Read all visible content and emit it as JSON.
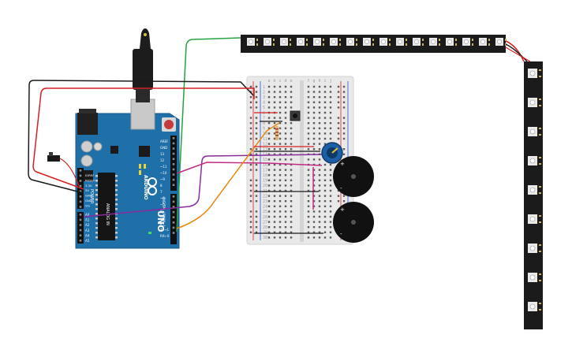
{
  "arduino": {
    "model": "UNO",
    "brand": "ARDUINO",
    "made_in": "MADE IN",
    "power_header_labels": [
      "IOREF",
      "RESET",
      "3.3V",
      "5V",
      "GND",
      "GND",
      "Vin"
    ],
    "power_label": "POWER",
    "analog_labels": [
      "A0",
      "A1",
      "A2",
      "A3",
      "A4",
      "A5"
    ],
    "analog_label": "ANALOG IN",
    "digital_labels": [
      "AREF",
      "GND",
      "13",
      "12",
      "~11",
      "~10",
      "~9",
      "8",
      "7",
      "~6",
      "~5",
      "4",
      "~3",
      "2",
      "TX→1",
      "RX←0"
    ],
    "digital_label": "DIGITAL (PWM~)",
    "led_labels": [
      "L",
      "TX",
      "RX",
      "ON"
    ]
  },
  "breadboard": {
    "column_letters_left": [
      "a",
      "b",
      "c",
      "d",
      "e"
    ],
    "column_letters_right": [
      "f",
      "g",
      "h",
      "i",
      "j"
    ],
    "row_numbers": [
      "1",
      "2",
      "3",
      "4",
      "5",
      "6",
      "7",
      "8",
      "9",
      "10",
      "11",
      "12",
      "13",
      "14",
      "15",
      "16",
      "17",
      "18",
      "19",
      "20",
      "21",
      "22",
      "23",
      "24",
      "25",
      "26",
      "27",
      "28",
      "29",
      "30"
    ]
  },
  "buzzers": [
    {
      "id": "buzzer-1",
      "plus": "+",
      "minus": "-"
    },
    {
      "id": "buzzer-2",
      "plus": "+",
      "minus": "-"
    }
  ],
  "led_strip": {
    "horizontal_pixels": 16,
    "vertical_pixels": 9
  },
  "colors": {
    "arduino_board": "#1f6fa8",
    "breadboard": "#e9e9e9",
    "led_strip": "#1b1b1b",
    "wire_black": "#1a1a1a",
    "wire_red": "#d62020",
    "wire_green": "#23a340",
    "wire_purple": "#8a2d9c",
    "wire_magenta": "#c22b85",
    "wire_orange": "#e8860b",
    "potentiometer": "#1d5fa6",
    "buzzer": "#111111"
  }
}
